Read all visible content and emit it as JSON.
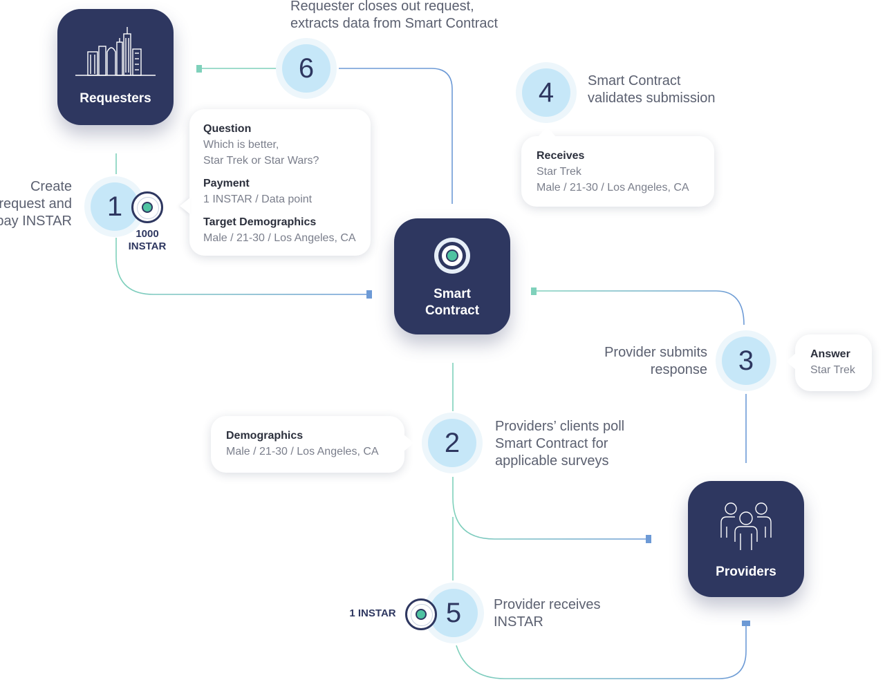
{
  "nodes": {
    "requesters": {
      "label": "Requesters"
    },
    "smart_contract": {
      "label_line1": "Smart",
      "label_line2": "Contract"
    },
    "providers": {
      "label": "Providers"
    }
  },
  "steps": {
    "s1": {
      "number": "1",
      "caption_lines": [
        "Create",
        "request and",
        "pay INSTAR"
      ],
      "amount_line1": "1000",
      "amount_line2": "INSTAR"
    },
    "s2": {
      "number": "2",
      "caption_lines": [
        "Providers’ clients poll",
        "Smart Contract for",
        "applicable surveys"
      ]
    },
    "s3": {
      "number": "3",
      "caption_lines": [
        "Provider submits",
        "response"
      ]
    },
    "s4": {
      "number": "4",
      "caption_lines": [
        "Smart Contract",
        "validates submission"
      ]
    },
    "s5": {
      "number": "5",
      "caption_lines": [
        "Provider receives",
        "INSTAR"
      ],
      "amount": "1 INSTAR"
    },
    "s6": {
      "number": "6",
      "caption_lines": [
        "Requester closes out request,",
        "extracts data from Smart Contract"
      ]
    }
  },
  "bubbles": {
    "request": {
      "question_title": "Question",
      "question_line1": "Which is better,",
      "question_line2": "Star Trek or Star Wars?",
      "payment_title": "Payment",
      "payment_value": "1 INSTAR / Data point",
      "target_title": "Target Demographics",
      "target_value": "Male / 21-30 / Los Angeles, CA"
    },
    "receives": {
      "title": "Receives",
      "line1": "Star Trek",
      "line2": "Male / 21-30 / Los Angeles, CA"
    },
    "answer": {
      "title": "Answer",
      "value": "Star Trek"
    },
    "demographics": {
      "title": "Demographics",
      "value": "Male / 21-30 / Los Angeles, CA"
    }
  },
  "colors": {
    "navy": "#2e3760",
    "step_fill": "#c6e7f8",
    "teal_line": "#7fd1bb",
    "blue_line": "#6d9ad6"
  }
}
